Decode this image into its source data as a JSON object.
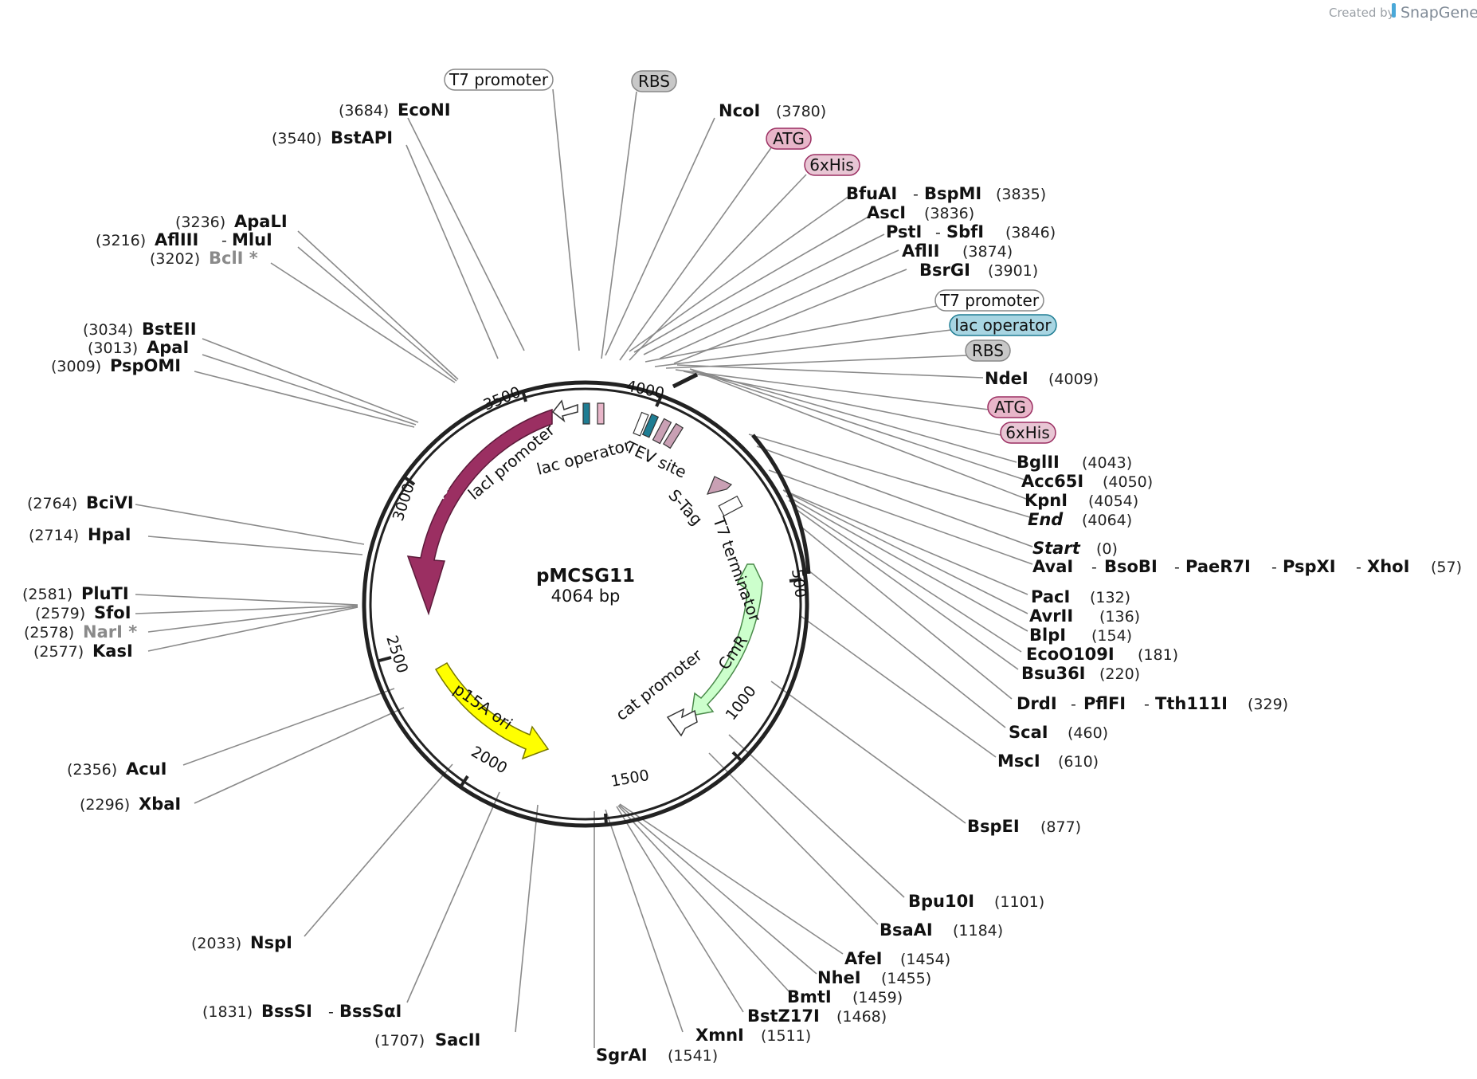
{
  "credit": {
    "created_by": "Created by",
    "brand": "SnapGene"
  },
  "plasmid": {
    "name": "pMCSG11",
    "length_label": "4064 bp"
  },
  "ticks": [
    "500",
    "1000",
    "1500",
    "2000",
    "2500",
    "3000",
    "3500",
    "4000"
  ],
  "features": [
    {
      "id": "lacI",
      "label": "lacI",
      "color": "#9b2f62"
    },
    {
      "id": "lacI-promoter",
      "label": "lacI promoter",
      "color": "#ffffff"
    },
    {
      "id": "lac-operator",
      "label": "lac operator",
      "color": "#1f7d93"
    },
    {
      "id": "tev-site",
      "label": "TEV site",
      "color": "#c9a0b4"
    },
    {
      "id": "s-tag",
      "label": "S-Tag",
      "color": "#c9a0b4"
    },
    {
      "id": "t7-terminator",
      "label": "T7 terminator",
      "color": "#ffffff"
    },
    {
      "id": "cmr",
      "label": "CmR",
      "color": "#ccffcc"
    },
    {
      "id": "cat-promoter",
      "label": "cat promoter",
      "color": "#ffffff"
    },
    {
      "id": "p15a-ori",
      "label": "p15A ori",
      "color": "#ffff00"
    }
  ],
  "boxed_labels": [
    {
      "id": "t7-promoter-1",
      "label": "T7 promoter",
      "color": "#ffffff"
    },
    {
      "id": "rbs-1",
      "label": "RBS",
      "color": "#c8c8c8"
    },
    {
      "id": "atg-1",
      "label": "ATG",
      "color": "#e8b6c9"
    },
    {
      "id": "6xhis-1",
      "label": "6xHis",
      "color": "#e8c6d4"
    },
    {
      "id": "t7-promoter-2",
      "label": "T7 promoter",
      "color": "#ffffff"
    },
    {
      "id": "lac-operator-box",
      "label": "lac operator",
      "color": "#a8d5e2"
    },
    {
      "id": "rbs-2",
      "label": "RBS",
      "color": "#c8c8c8"
    },
    {
      "id": "atg-2",
      "label": "ATG",
      "color": "#e8b6c9"
    },
    {
      "id": "6xhis-2",
      "label": "6xHis",
      "color": "#e8c6d4"
    }
  ],
  "sites": [
    {
      "id": "econi",
      "names": [
        "EcoNI"
      ],
      "pos": "(3684)"
    },
    {
      "id": "bstapi",
      "names": [
        "BstAPI"
      ],
      "pos": "(3540)"
    },
    {
      "id": "apali",
      "names": [
        "ApaLI"
      ],
      "pos": "(3236)"
    },
    {
      "id": "afliii-mlui",
      "names": [
        "AflIII",
        "MluI"
      ],
      "pos": "(3216)"
    },
    {
      "id": "bcli",
      "names": [
        "BclI *"
      ],
      "pos": "(3202)"
    },
    {
      "id": "bsteii",
      "names": [
        "BstEII"
      ],
      "pos": "(3034)"
    },
    {
      "id": "apai",
      "names": [
        "ApaI"
      ],
      "pos": "(3013)"
    },
    {
      "id": "pspomi",
      "names": [
        "PspOMI"
      ],
      "pos": "(3009)"
    },
    {
      "id": "bcivi",
      "names": [
        "BciVI"
      ],
      "pos": "(2764)"
    },
    {
      "id": "hpai",
      "names": [
        "HpaI"
      ],
      "pos": "(2714)"
    },
    {
      "id": "pluti",
      "names": [
        "PluTI"
      ],
      "pos": "(2581)"
    },
    {
      "id": "sfoi",
      "names": [
        "SfoI"
      ],
      "pos": "(2579)"
    },
    {
      "id": "nari",
      "names": [
        "NarI *"
      ],
      "pos": "(2578)"
    },
    {
      "id": "kasi",
      "names": [
        "KasI"
      ],
      "pos": "(2577)"
    },
    {
      "id": "acui",
      "names": [
        "AcuI"
      ],
      "pos": "(2356)"
    },
    {
      "id": "xbai",
      "names": [
        "XbaI"
      ],
      "pos": "(2296)"
    },
    {
      "id": "nspi",
      "names": [
        "NspI"
      ],
      "pos": "(2033)"
    },
    {
      "id": "bsssi",
      "names": [
        "BssSI",
        "BssSαI"
      ],
      "pos": "(1831)"
    },
    {
      "id": "sacii",
      "names": [
        "SacII"
      ],
      "pos": "(1707)"
    },
    {
      "id": "sgrai",
      "names": [
        "SgrAI"
      ],
      "pos": "(1541)"
    },
    {
      "id": "xmni",
      "names": [
        "XmnI"
      ],
      "pos": "(1511)"
    },
    {
      "id": "bstz17i",
      "names": [
        "BstZ17I"
      ],
      "pos": "(1468)"
    },
    {
      "id": "bmti",
      "names": [
        "BmtI"
      ],
      "pos": "(1459)"
    },
    {
      "id": "nhei",
      "names": [
        "NheI"
      ],
      "pos": "(1455)"
    },
    {
      "id": "afei",
      "names": [
        "AfeI"
      ],
      "pos": "(1454)"
    },
    {
      "id": "bsaai",
      "names": [
        "BsaAI"
      ],
      "pos": "(1184)"
    },
    {
      "id": "bpu10i",
      "names": [
        "Bpu10I"
      ],
      "pos": "(1101)"
    },
    {
      "id": "bspei",
      "names": [
        "BspEI"
      ],
      "pos": "(877)"
    },
    {
      "id": "msci",
      "names": [
        "MscI"
      ],
      "pos": "(610)"
    },
    {
      "id": "scai",
      "names": [
        "ScaI"
      ],
      "pos": "(460)"
    },
    {
      "id": "drdi",
      "names": [
        "DrdI",
        "PflFI",
        "Tth111I"
      ],
      "pos": "(329)"
    },
    {
      "id": "bsu36i",
      "names": [
        "Bsu36I"
      ],
      "pos": "(220)"
    },
    {
      "id": "ecoo109i",
      "names": [
        "EcoO109I"
      ],
      "pos": "(181)"
    },
    {
      "id": "blpi",
      "names": [
        "BlpI"
      ],
      "pos": "(154)"
    },
    {
      "id": "avrii",
      "names": [
        "AvrII"
      ],
      "pos": "(136)"
    },
    {
      "id": "paci",
      "names": [
        "PacI"
      ],
      "pos": "(132)"
    },
    {
      "id": "avai",
      "names": [
        "AvaI",
        "BsoBI",
        "PaeR7I",
        "PspXI",
        "XhoI"
      ],
      "pos": "(57)"
    },
    {
      "id": "start",
      "names": [
        "Start"
      ],
      "pos": "(0)"
    },
    {
      "id": "end",
      "names": [
        "End"
      ],
      "pos": "(4064)"
    },
    {
      "id": "kpni",
      "names": [
        "KpnI"
      ],
      "pos": "(4054)"
    },
    {
      "id": "acc65i",
      "names": [
        "Acc65I"
      ],
      "pos": "(4050)"
    },
    {
      "id": "bglii",
      "names": [
        "BglII"
      ],
      "pos": "(4043)"
    },
    {
      "id": "ndei",
      "names": [
        "NdeI"
      ],
      "pos": "(4009)"
    },
    {
      "id": "bsrgi",
      "names": [
        "BsrGI"
      ],
      "pos": "(3901)"
    },
    {
      "id": "aflii",
      "names": [
        "AflII"
      ],
      "pos": "(3874)"
    },
    {
      "id": "psti-sbfi",
      "names": [
        "PstI",
        "SbfI"
      ],
      "pos": "(3846)"
    },
    {
      "id": "asci",
      "names": [
        "AscI"
      ],
      "pos": "(3836)"
    },
    {
      "id": "bfuai-bspmi",
      "names": [
        "BfuAI",
        "BspMI"
      ],
      "pos": "(3835)"
    },
    {
      "id": "ncoi",
      "names": [
        "NcoI"
      ],
      "pos": "(3780)"
    }
  ]
}
